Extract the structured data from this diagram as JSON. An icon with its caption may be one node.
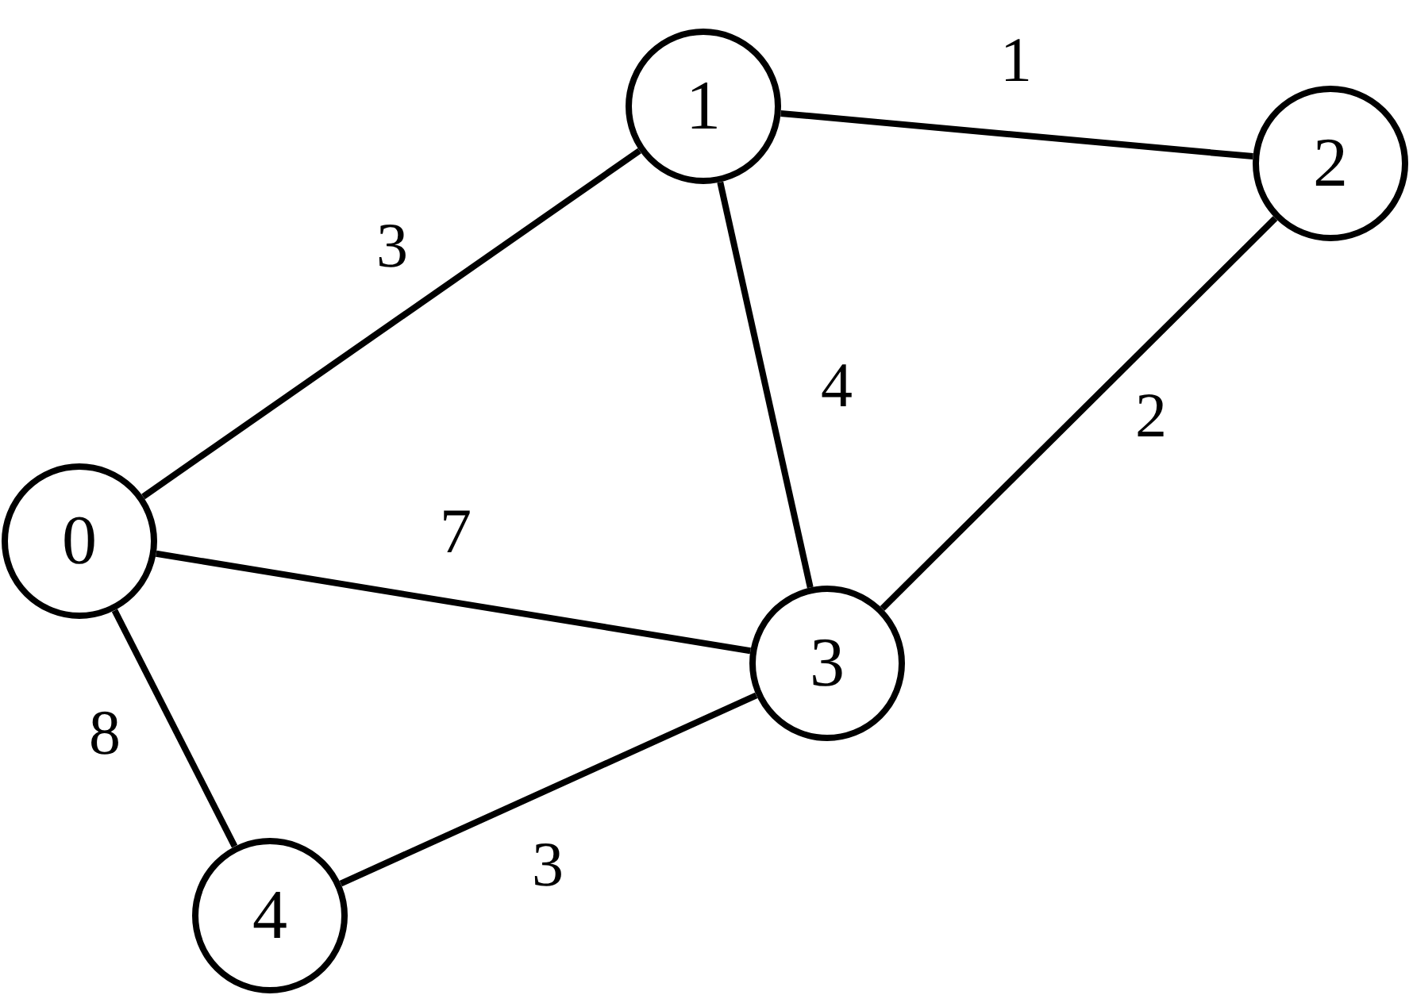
{
  "diagram": {
    "nodes": [
      {
        "text": [
          "0"
        ]
      },
      {
        "text": [
          "1"
        ]
      },
      {
        "text": [
          "2"
        ]
      },
      {
        "text": [
          "3"
        ]
      },
      {
        "text": [
          "4"
        ]
      }
    ],
    "edges": [
      {
        "from": 0,
        "to": 1,
        "arrow": "none",
        "label": "3"
      },
      {
        "from": 1,
        "to": 2,
        "arrow": "none",
        "label": "1"
      },
      {
        "from": 1,
        "to": 3,
        "arrow": "none",
        "label": "4"
      },
      {
        "from": 2,
        "to": 3,
        "arrow": "none",
        "label": "2"
      },
      {
        "from": 0,
        "to": 3,
        "arrow": "none",
        "label": "7"
      },
      {
        "from": 0,
        "to": 4,
        "arrow": "none",
        "label": "8"
      },
      {
        "from": 4,
        "to": 3,
        "arrow": "none",
        "label": "3"
      }
    ]
  }
}
